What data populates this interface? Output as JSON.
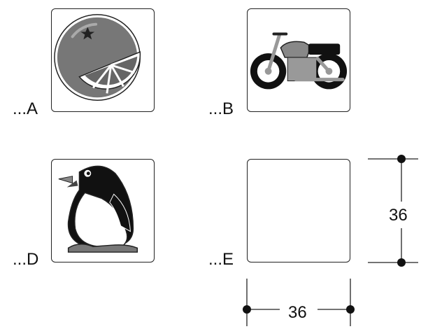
{
  "tiles": [
    {
      "id": "A",
      "label": "...A",
      "icon": "orange-slice-icon"
    },
    {
      "id": "B",
      "label": "...B",
      "icon": "motorcycle-icon"
    },
    {
      "id": "D",
      "label": "...D",
      "icon": "penguin-icon"
    },
    {
      "id": "E",
      "label": "...E",
      "icon": "empty-tile"
    }
  ],
  "dimensions": {
    "height": "36",
    "width": "36"
  }
}
